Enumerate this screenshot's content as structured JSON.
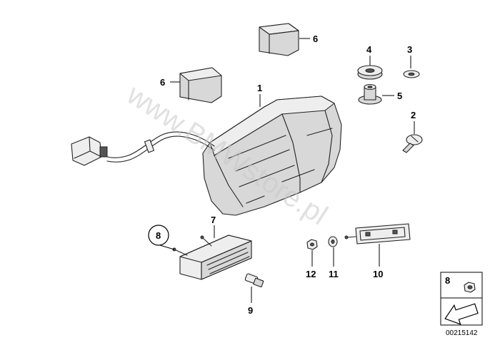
{
  "watermark": "www.BMWstore.pl",
  "callouts": {
    "c1": "1",
    "c2": "2",
    "c3": "3",
    "c4": "4",
    "c5": "5",
    "c6a": "6",
    "c6b": "6",
    "c7": "7",
    "c8": "8",
    "c9": "9",
    "c10": "10",
    "c11": "11",
    "c12": "12"
  },
  "legend_box": {
    "number": "8",
    "diagram_ref": "00215142"
  }
}
